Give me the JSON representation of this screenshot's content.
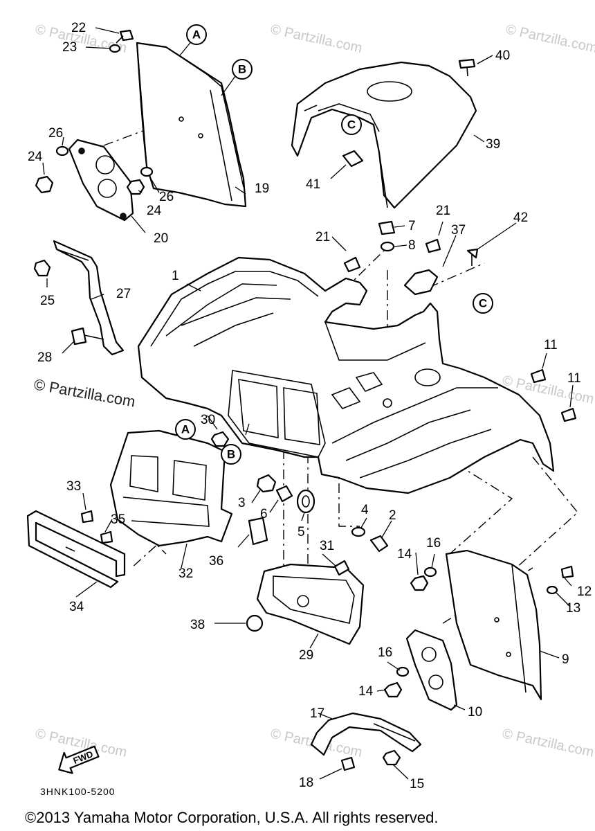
{
  "watermarks": {
    "copyright_mark": "© Partzilla.com",
    "faint": "© Partzilla.com"
  },
  "diagram_code": "3HNK100-5200",
  "copyright": "©2013 Yamaha Motor Corporation, U.S.A. All rights reserved.",
  "fwd_label": "FWD",
  "reference_letters": {
    "a": "A",
    "b": "B",
    "c": "C"
  },
  "callouts": {
    "n1": "1",
    "n2": "2",
    "n3": "3",
    "n4": "4",
    "n5": "5",
    "n6": "6",
    "n7": "7",
    "n8": "8",
    "n9": "9",
    "n10": "10",
    "n11a": "11",
    "n11b": "11",
    "n12": "12",
    "n13": "13",
    "n14a": "14",
    "n14b": "14",
    "n15": "15",
    "n16a": "16",
    "n16b": "16",
    "n17": "17",
    "n18": "18",
    "n19": "19",
    "n20": "20",
    "n21a": "21",
    "n21b": "21",
    "n22": "22",
    "n23": "23",
    "n24a": "24",
    "n24b": "24",
    "n25": "25",
    "n26a": "26",
    "n26b": "26",
    "n27": "27",
    "n28": "28",
    "n29": "29",
    "n30": "30",
    "n31": "31",
    "n32": "32",
    "n33": "33",
    "n34": "34",
    "n35": "35",
    "n36": "36",
    "n37": "37",
    "n38": "38",
    "n39": "39",
    "n40": "40",
    "n41": "41",
    "n42": "42"
  }
}
